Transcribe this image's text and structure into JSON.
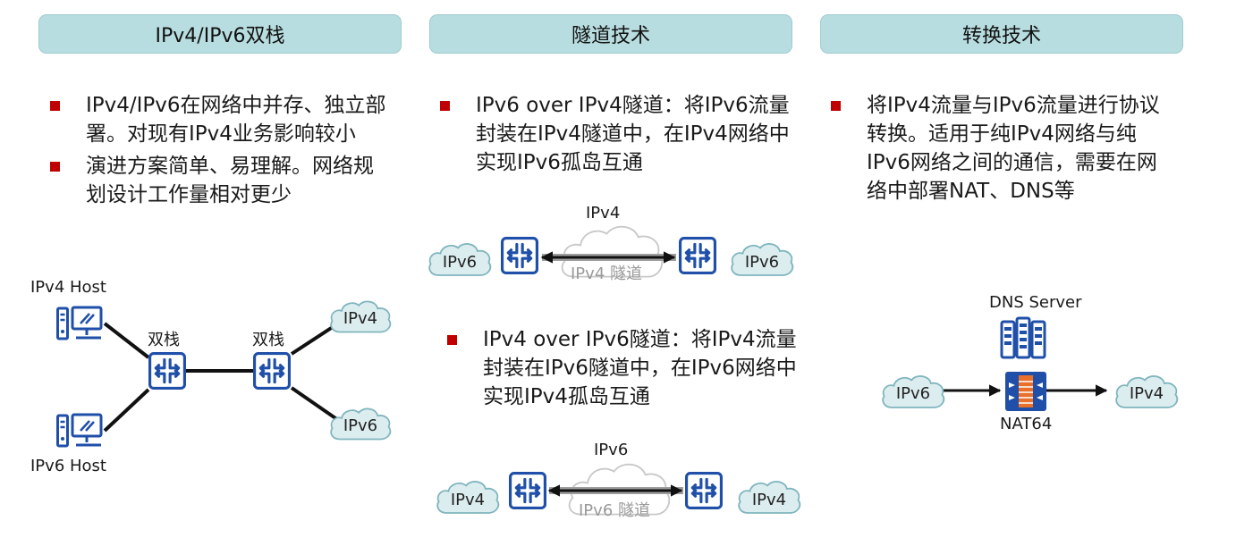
{
  "headers": {
    "dual_stack": "IPv4/IPv6双栈",
    "tunnel": "隧道技术",
    "translation": "转换技术"
  },
  "dual_stack": {
    "bullets": [
      "IPv4/IPv6在网络中并存、独立部署。对现有IPv4业务影响较小",
      "演进方案简单、易理解。网络规划设计工作量相对更少"
    ],
    "ipv4_host_label": "IPv4 Host",
    "ipv6_host_label": "IPv6 Host",
    "router_left_label": "双栈",
    "router_right_label": "双栈",
    "cloud_top": "IPv4",
    "cloud_bottom": "IPv6"
  },
  "tunnel": {
    "v6_over_v4": {
      "text": "IPv6 over IPv4隧道：将IPv6流量封装在IPv4隧道中，在IPv4网络中实现IPv6孤岛互通",
      "cloud_label": "IPv4",
      "tunnel_label": "IPv4 隧道",
      "left_cloud": "IPv6",
      "right_cloud": "IPv6"
    },
    "v4_over_v6": {
      "text": "IPv4 over IPv6隧道：将IPv4流量封装在IPv6隧道中，在IPv6网络中实现IPv4孤岛互通",
      "cloud_label": "IPv6",
      "tunnel_label": "IPv6 隧道",
      "left_cloud": "IPv4",
      "right_cloud": "IPv4"
    }
  },
  "translation": {
    "bullets": [
      "将IPv4流量与IPv6流量进行协议转换。适用于纯IPv4网络与纯IPv6网络之间的通信，需要在网络中部署NAT、DNS等"
    ],
    "dns_label": "DNS Server",
    "nat_label": "NAT64",
    "left_cloud": "IPv6",
    "right_cloud": "IPv4"
  },
  "colors": {
    "header_bg": "#b8dde0",
    "bullet": "#c00000",
    "icon_blue": "#1f4fa8",
    "cloud_fill": "#dcedf0",
    "cloud_stroke": "#7fb5bd",
    "nat_orange": "#e8702a"
  }
}
